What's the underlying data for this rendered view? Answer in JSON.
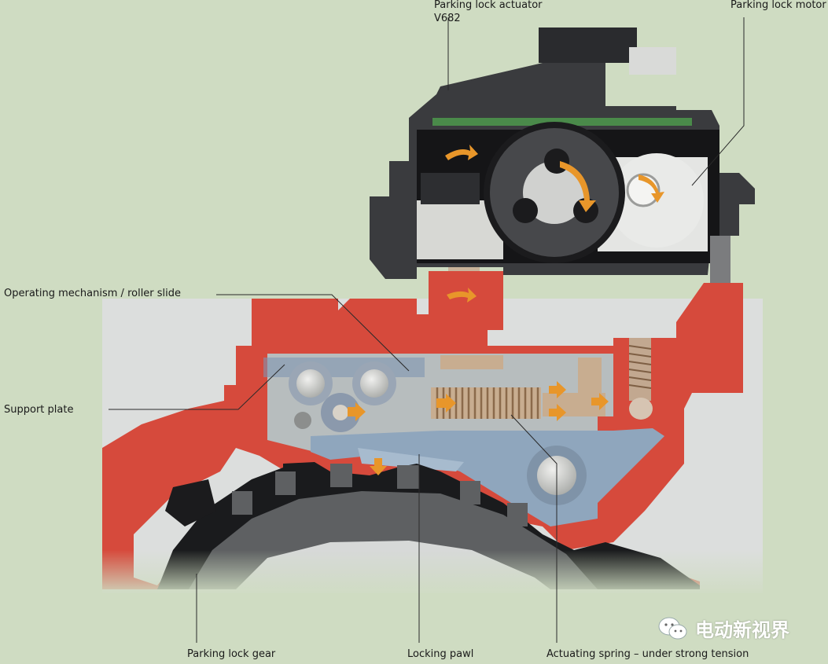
{
  "labels": {
    "actuator_line1": "Parking lock actuator",
    "actuator_line2": "V682",
    "motor": "Parking lock motor",
    "operating": "Operating mechanism / roller slide",
    "support": "Support plate",
    "gear": "Parking lock gear",
    "pawl": "Locking pawl",
    "spring": "Actuating spring – under strong tension"
  },
  "watermark": {
    "text": "电动新视界",
    "icon": "wechat-icon"
  },
  "colors": {
    "background": "#cfdcc2",
    "housing_red": "#d64a3c",
    "arrow_orange": "#e8962a",
    "pawl_blue": "#8fa6bd",
    "dark": "#1e1e22"
  }
}
